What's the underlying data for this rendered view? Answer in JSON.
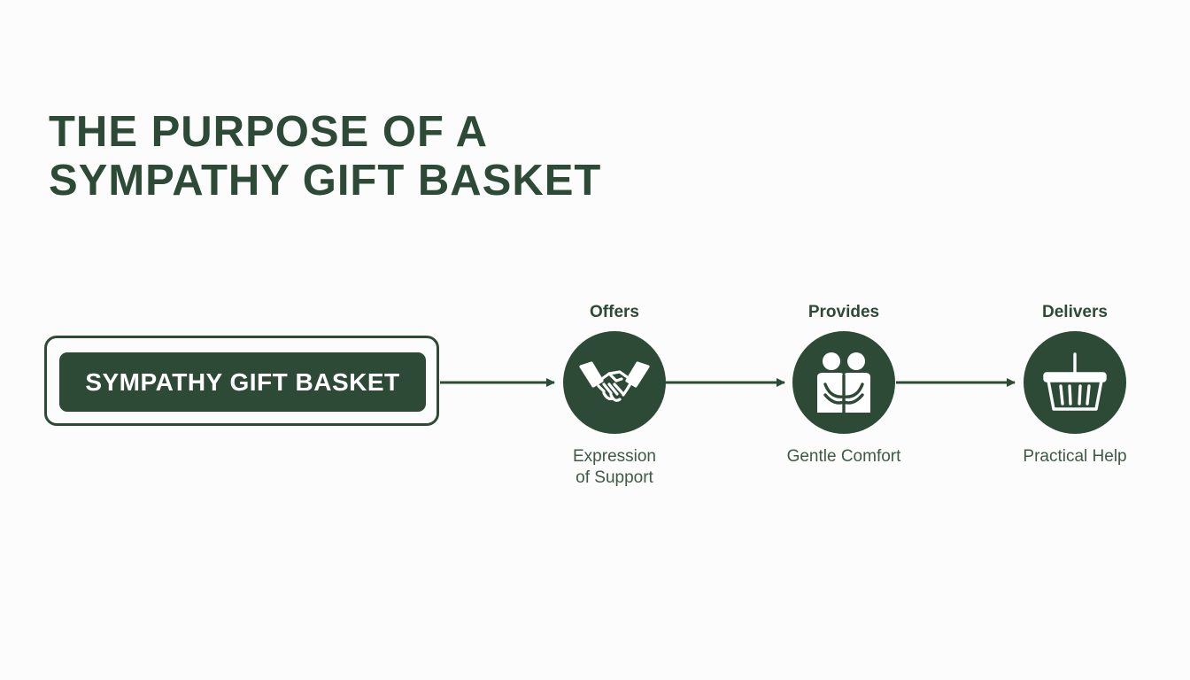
{
  "title": {
    "line1": "THE PURPOSE OF A",
    "line2": "SYMPATHY GIFT BASKET"
  },
  "source": {
    "label": "SYMPATHY GIFT BASKET"
  },
  "nodes": [
    {
      "verb": "Offers",
      "icon": "handshake-icon",
      "caption_lines": [
        "Expression",
        "of Support"
      ]
    },
    {
      "verb": "Provides",
      "icon": "hug-icon",
      "caption_lines": [
        "Gentle Comfort"
      ]
    },
    {
      "verb": "Delivers",
      "icon": "basket-icon",
      "caption_lines": [
        "Practical Help"
      ]
    }
  ],
  "colors": {
    "primary": "#2c4a36",
    "background": "#fbfcfb",
    "text_on_primary": "#ffffff"
  }
}
